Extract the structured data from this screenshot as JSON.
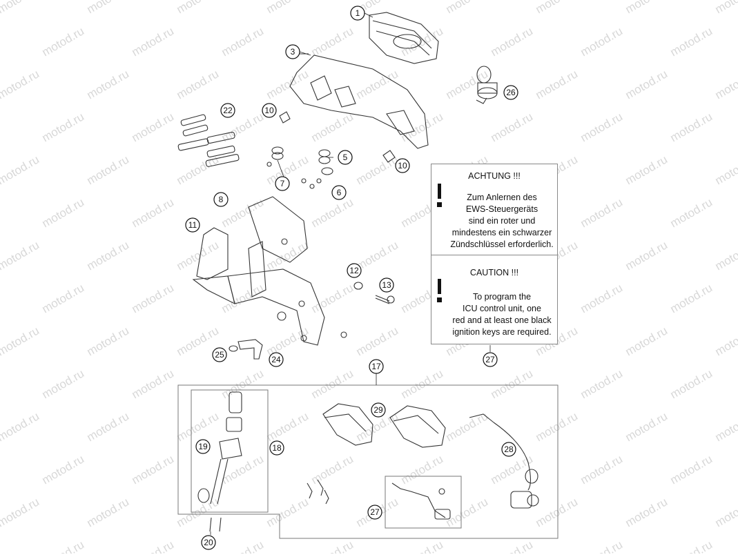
{
  "watermark_text": "motod.ru",
  "callouts": [
    {
      "id": "c1",
      "label": "1"
    },
    {
      "id": "c3",
      "label": "3"
    },
    {
      "id": "c26",
      "label": "26"
    },
    {
      "id": "c22",
      "label": "22"
    },
    {
      "id": "c10a",
      "label": "10"
    },
    {
      "id": "c5",
      "label": "5"
    },
    {
      "id": "c10b",
      "label": "10"
    },
    {
      "id": "c7",
      "label": "7"
    },
    {
      "id": "c6",
      "label": "6"
    },
    {
      "id": "c8",
      "label": "8"
    },
    {
      "id": "c11",
      "label": "11"
    },
    {
      "id": "c12",
      "label": "12"
    },
    {
      "id": "c13",
      "label": "13"
    },
    {
      "id": "c25",
      "label": "25"
    },
    {
      "id": "c24",
      "label": "24"
    },
    {
      "id": "c27a",
      "label": "27"
    },
    {
      "id": "c17",
      "label": "17"
    },
    {
      "id": "c29",
      "label": "29"
    },
    {
      "id": "c19",
      "label": "19"
    },
    {
      "id": "c18",
      "label": "18"
    },
    {
      "id": "c28",
      "label": "28"
    },
    {
      "id": "c27b",
      "label": "27"
    },
    {
      "id": "c20",
      "label": "20"
    }
  ],
  "note": {
    "de_title": "ACHTUNG !!!",
    "de_lines": [
      "Zum Anlernen des",
      "EWS-Steuergeräts",
      "sind ein roter und",
      "mindestens ein schwarzer",
      "Zündschlüssel erforderlich."
    ],
    "en_title": "CAUTION !!!",
    "en_lines": [
      "To program the",
      "ICU control unit, one",
      "red and at least one black",
      "ignition keys are required."
    ]
  }
}
